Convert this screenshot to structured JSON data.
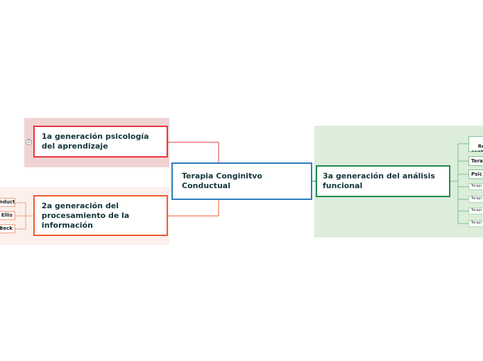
{
  "central": {
    "label": "Terapia Conginitvo Conductual"
  },
  "branches": {
    "first": {
      "label": "1a generación psicología del aprendizaje",
      "collapsed_count": "2",
      "color": "#e8343c",
      "region_color": "#f0d3d3"
    },
    "second": {
      "label": "2a generación del procesamiento de la información",
      "color": "#f0592c",
      "region_color": "#fcf0ec",
      "children": [
        "nductual",
        "Ellis",
        "Beck"
      ]
    },
    "third": {
      "label": "3a generación del análisis funcional",
      "color": "#1f8a4a",
      "region_color": "#dcedda",
      "children": [
        "Repl\ncont",
        "Tera",
        "Psic"
      ],
      "sub_children": [
        "Terapi",
        "Terapi",
        "Terapi",
        "Terapi"
      ]
    }
  }
}
